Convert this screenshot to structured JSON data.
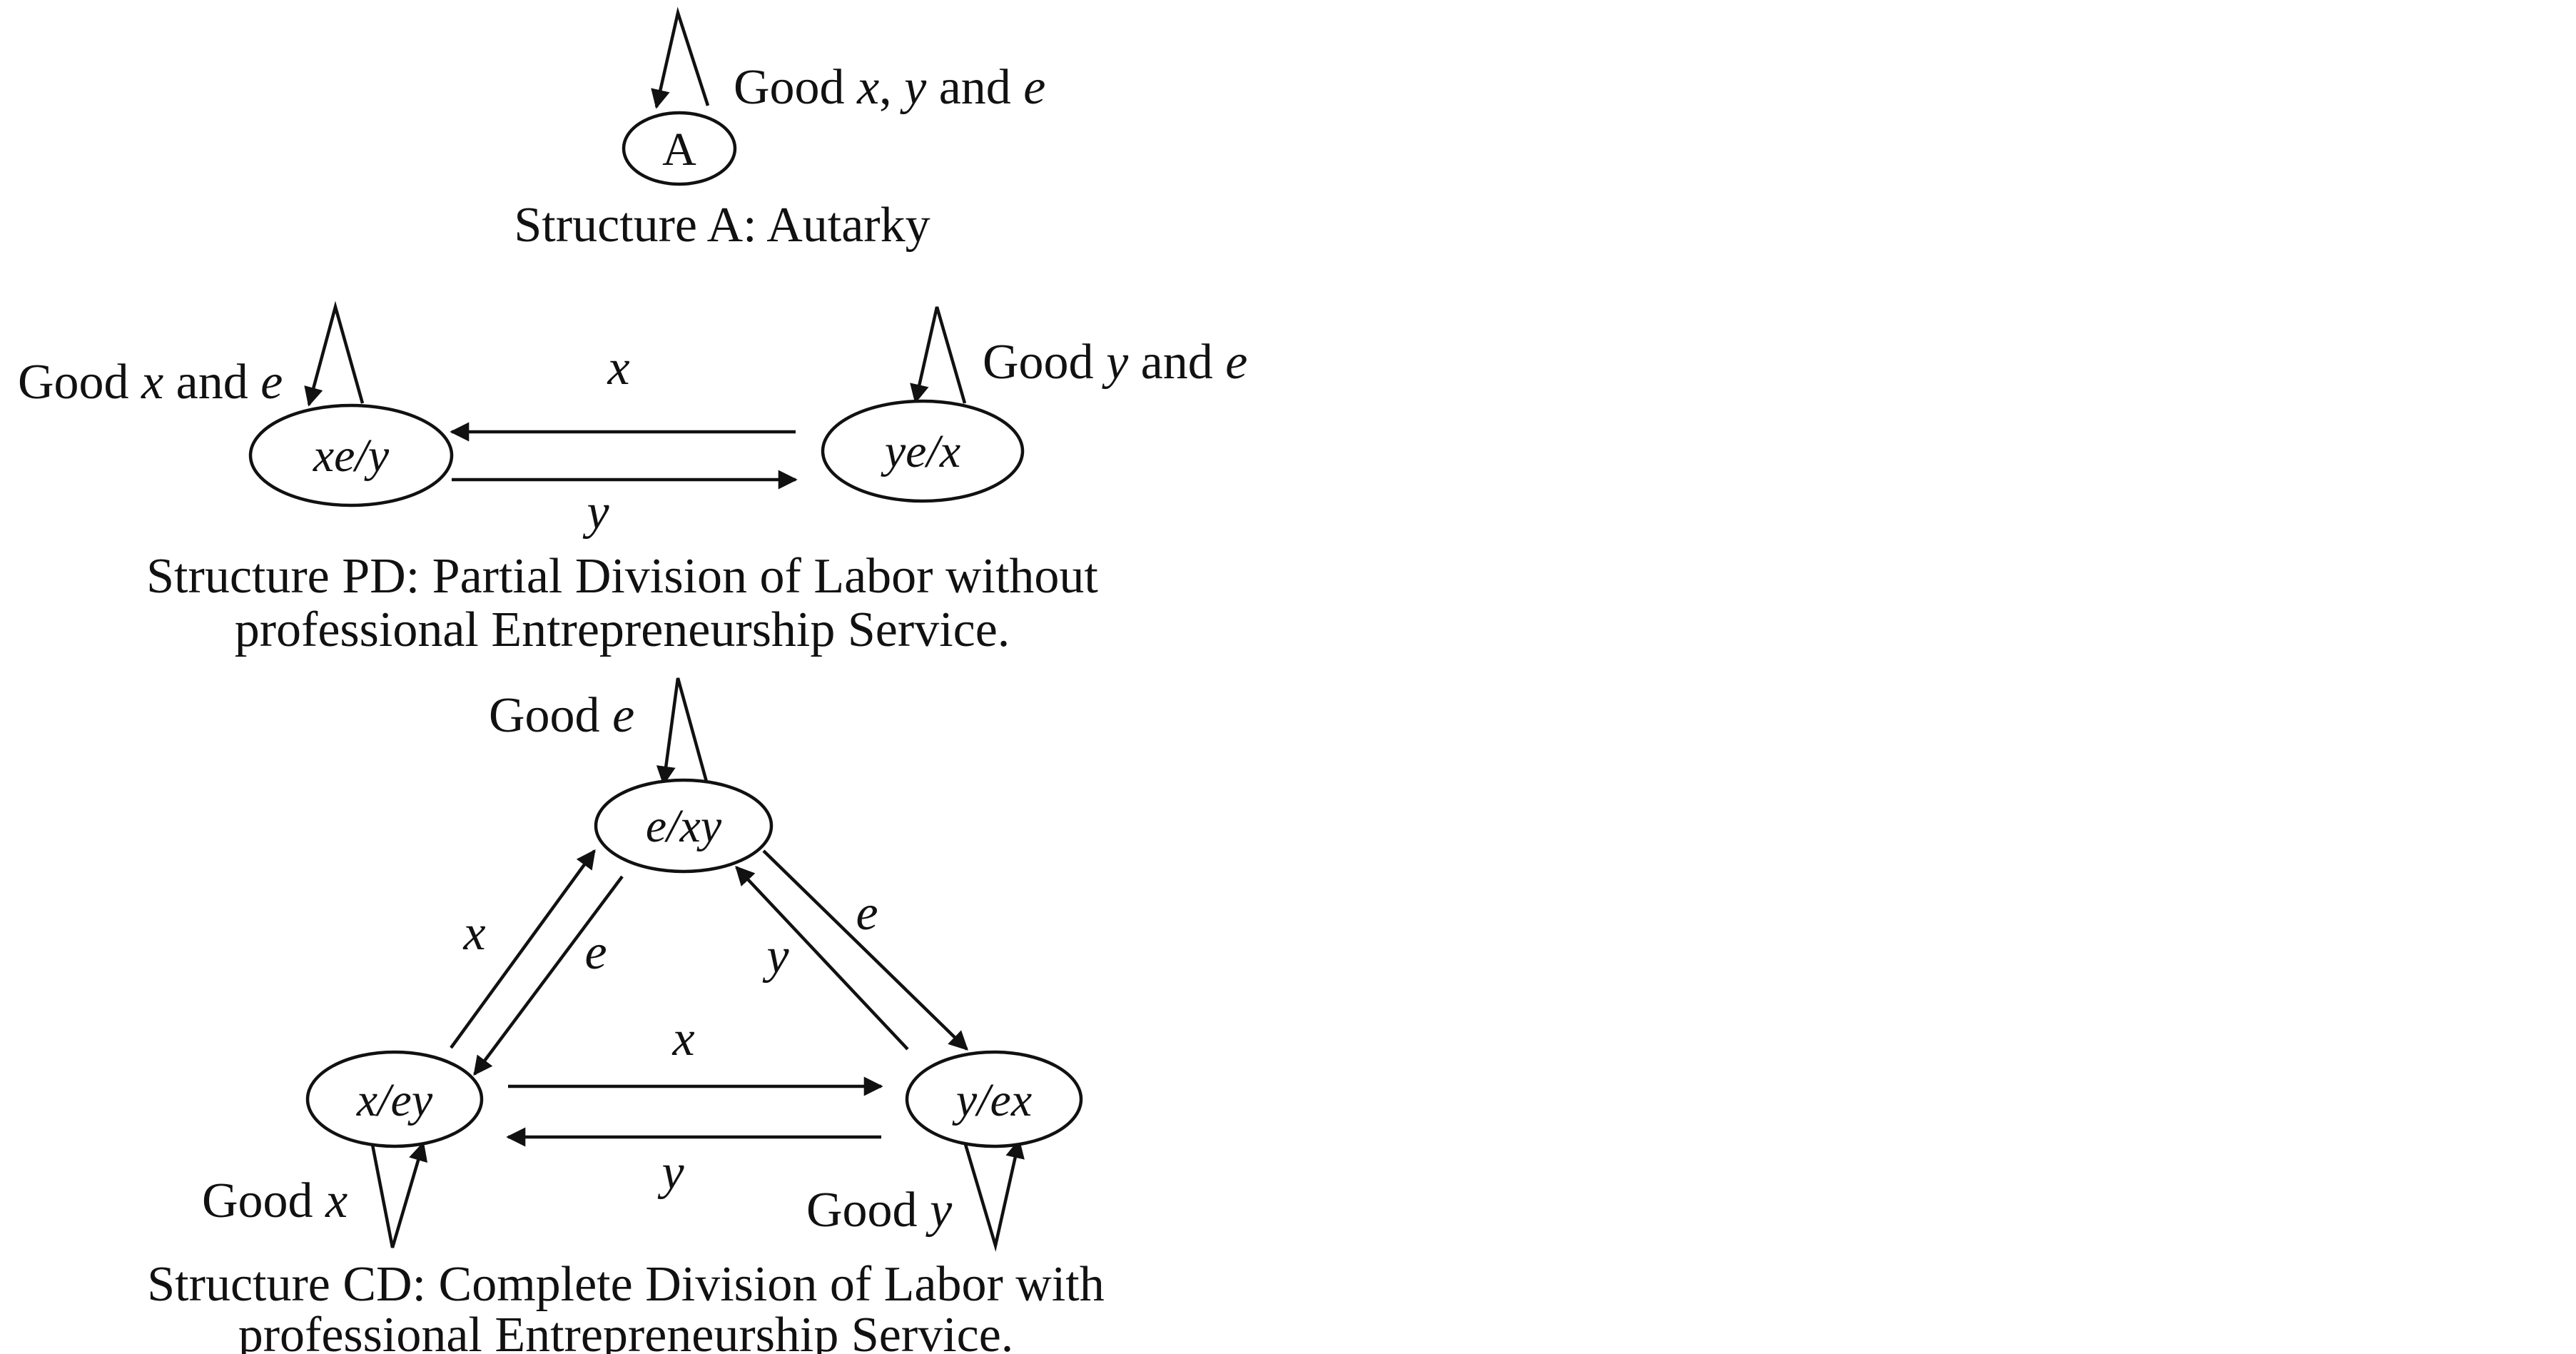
{
  "structure_a": {
    "node_label": "A",
    "loop_label": {
      "pre": "Good ",
      "v1": "x",
      "sep": ", ",
      "v2": "y",
      "mid": " and ",
      "v3": "e"
    },
    "caption": "Structure A: Autarky"
  },
  "structure_pd": {
    "left_node": "xe/y",
    "right_node": "ye/x",
    "left_loop_label": {
      "pre": "Good ",
      "v1": "x",
      "mid": " and ",
      "v2": "e"
    },
    "right_loop_label": {
      "pre": "Good ",
      "v1": "y",
      "mid": " and ",
      "v2": "e"
    },
    "top_arrow_label": "x",
    "bottom_arrow_label": "y",
    "caption_line1": "Structure PD: Partial Division of Labor without",
    "caption_line2": "professional Entrepreneurship Service."
  },
  "structure_cd": {
    "top_node": "e/xy",
    "left_node": "x/ey",
    "right_node": "y/ex",
    "top_loop_label": {
      "pre": "Good ",
      "v": "e"
    },
    "left_loop_label": {
      "pre": "Good ",
      "v": "x"
    },
    "right_loop_label": {
      "pre": "Good ",
      "v": "y"
    },
    "edge_labels": {
      "left_up": "x",
      "left_down": "e",
      "right_up": "y",
      "right_down": "e",
      "bottom_right": "x",
      "bottom_left": "y"
    },
    "caption_line1": "Structure CD: Complete Division of Labor with",
    "caption_line2": "professional Entrepreneurship Service."
  }
}
